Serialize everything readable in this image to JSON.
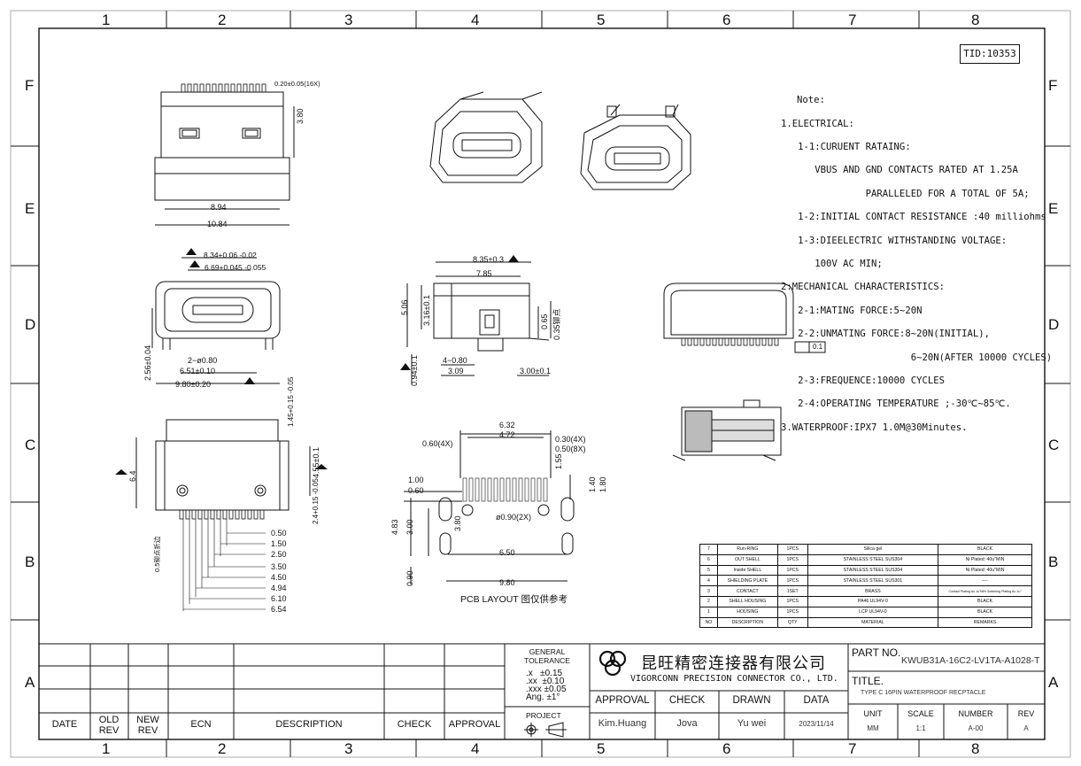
{
  "tid": "TID:10353",
  "zones": {
    "cols": [
      "1",
      "2",
      "3",
      "4",
      "5",
      "6",
      "7",
      "8"
    ],
    "rows": [
      "F",
      "E",
      "D",
      "C",
      "B",
      "A"
    ]
  },
  "notes": [
    "Note:",
    "1.ELECTRICAL:",
    "   1-1:CURUENT RATAING:",
    "      VBUS AND GND CONTACTS RATED AT 1.25A",
    "               PARALLELED FOR A TOTAL OF 5A;",
    "   1-2:INITIAL CONTACT RESISTANCE :40 milliohms",
    "   1-3:DIEELECTRIC WITHSTANDING VOLTAGE:",
    "      100V AC MIN;",
    "2:MECHANICAL CHARACTERISTICS:",
    "   2-1:MATING FORCE:5~20N",
    "   2-2:UNMATING FORCE:8~20N(INITIAL),",
    "                       6~20N(AFTER 10000 CYCLES)",
    "   2-3:FREQUENCE:10000 CYCLES",
    "   2-4:OPERATING TEMPERATURE ;-30℃~85℃.",
    "3.WATERPROOF:IPX7 1.0M@30Minutes."
  ],
  "dims": {
    "pin_label": "0.20±0.05(16X)",
    "h380": "3.80",
    "w894": "8.94",
    "w1084": "10.84",
    "w834": "8.34+0.06 -0.02",
    "w669": "6.69+0.045 -0.055",
    "h256": "2.56±0.04",
    "p2_080": "2−ø0.80",
    "w651": "6.51±0.10",
    "w980": "9.80±0.20",
    "w835": "8.35±0.3",
    "w785": "7.85",
    "h506": "5.06",
    "h316": "3.16±0.1",
    "d4_080": "4−0.80",
    "h094": "0.94±0.1",
    "w309": "3.09",
    "w300": "3.00±0.1",
    "h065": "0.65",
    "h035": "0.35铆点",
    "h145": "1.45+0.15 -0.05",
    "h64": "6.4",
    "h455": "4.55±0.1",
    "h24": "2.4+0.15 -0.05",
    "side_note": "0.5铆点折边",
    "pin_list": [
      "0.50",
      "1.50",
      "2.50",
      "3.50",
      "4.50",
      "4.94",
      "6.10",
      "6.54"
    ],
    "flat": "0.1",
    "pcb_632": "6.32",
    "pcb_472": "4.72",
    "pcb_060_4x": "0.60(4X)",
    "pcb_030_4x": "0.30(4X)",
    "pcb_050_8x": "0.50(8X)",
    "pcb_155": "1.55",
    "pcb_100": "1.00",
    "pcb_060": "0.60",
    "pcb_140": "1.40",
    "pcb_180": "1.80",
    "pcb_483": "4.83",
    "pcb_300": "3.00",
    "pcb_380": "3.80",
    "pcb_090_2x": "ø0.90(2X)",
    "pcb_650": "6.50",
    "pcb_090": "0.90",
    "pcb_980": "9.80",
    "pcb_title": "PCB LAYOUT 图仅供参考"
  },
  "bom": [
    {
      "no": "7",
      "desc": "Run-RING",
      "qty": "1PCS",
      "mat": "Silica gel",
      "rem": "BLACK"
    },
    {
      "no": "6",
      "desc": "OUT SHELL",
      "qty": "1PCS",
      "mat": "STAINLESS STEEL SUS304",
      "rem": "Ni Plated: 40u\"MIN"
    },
    {
      "no": "5",
      "desc": "Inside SHELL",
      "qty": "1PCS",
      "mat": "STAINLESS STEEL SUS304",
      "rem": "Ni Plated: 40u\"MIN"
    },
    {
      "no": "4",
      "desc": "SHIELDING PLATE",
      "qty": "1PCS",
      "mat": "STAINLESS STEEL SUS301",
      "rem": "----"
    },
    {
      "no": "3",
      "desc": "CONTACT",
      "qty": "1SET",
      "mat": "BRASS",
      "rem": "Contact Plating Au 1u\"MIN Soldering Plating Au 1u\""
    },
    {
      "no": "2",
      "desc": "SHELL HOUSING",
      "qty": "1PCS",
      "mat": "PA46 UL94V-0",
      "rem": "BLACK"
    },
    {
      "no": "1",
      "desc": "HOUSING",
      "qty": "1PCS",
      "mat": "LCP UL94V-0",
      "rem": "BLACK"
    }
  ],
  "bom_header": {
    "no": "NO",
    "desc": "DESCRIPTION",
    "qty": "QTY",
    "mat": "MATERIAL",
    "rem": "REMARKS"
  },
  "revision_headers": [
    "DATE",
    "OLD REV",
    "NEW REV",
    "ECN",
    "DESCRIPTION",
    "CHECK",
    "APPROVAL"
  ],
  "tolerance": {
    "title": "GENERAL TOLERANCE",
    "lines": [
      ".x   ±0.15",
      ".xx  ±0.10",
      ".xxx ±0.05",
      "Ang. ±1°"
    ],
    "project": "PROJECT"
  },
  "company": {
    "cn": "昆旺精密连接器有限公司",
    "en": "VIGORCONN PRECISION CONNECTOR CO., LTD."
  },
  "signoff": {
    "headers": [
      "APPROVAL",
      "CHECK",
      "DRAWN",
      "DATA"
    ],
    "values": [
      "Kim.Huang",
      "Jova",
      "Yu wei",
      "2023/11/14"
    ]
  },
  "part": {
    "label": "PART NO.",
    "value": "KWUB31A-16C2-LV1TA-A1028-T",
    "title_label": "TITLE.",
    "title_value": "TYPE C 16PIN WATERPROOF RECPTACLE"
  },
  "meta": {
    "headers": [
      "UNIT",
      "SCALE",
      "NUMBER",
      "REV"
    ],
    "values": [
      "MM",
      "1:1",
      "A-00",
      "A"
    ]
  }
}
